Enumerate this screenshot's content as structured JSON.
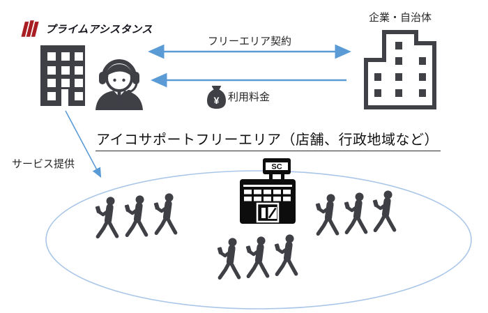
{
  "colors": {
    "arrow_blue": "#5B9BD5",
    "ellipse_blue": "#A9C6E9",
    "icon_dark": "#3F3F46",
    "sc_black": "#0d0d0d",
    "logo_red": "#A81E22",
    "text": "#262626"
  },
  "logo": {
    "brand": "プライムアシスタンス",
    "mark_icon": "triple-slash-mark-icon"
  },
  "provider": {
    "building_icon": "office-building-icon",
    "operator_icon": "call-center-operator-icon"
  },
  "client": {
    "label": "企業・自治体",
    "building_icon": "corporate-building-icon"
  },
  "flows": {
    "contract": {
      "label": "フリーエリア契約",
      "direction": "bidirectional"
    },
    "fee": {
      "label": "利用料金",
      "currency_symbol": "¥",
      "icon": "money-bag-icon",
      "direction": "to-provider"
    },
    "service": {
      "label": "サービス提供",
      "direction": "to-free-area"
    }
  },
  "free_area": {
    "title": "アイコサポートフリーエリア（店舗、行政地域など）",
    "building_sign": "SC",
    "building_icon": "shopping-center-icon",
    "people": {
      "icon": "pedestrian-with-phone-icon",
      "groups": [
        {
          "position": "left",
          "count": 3
        },
        {
          "position": "right",
          "count": 3
        },
        {
          "position": "bottom",
          "count": 3
        }
      ]
    }
  }
}
